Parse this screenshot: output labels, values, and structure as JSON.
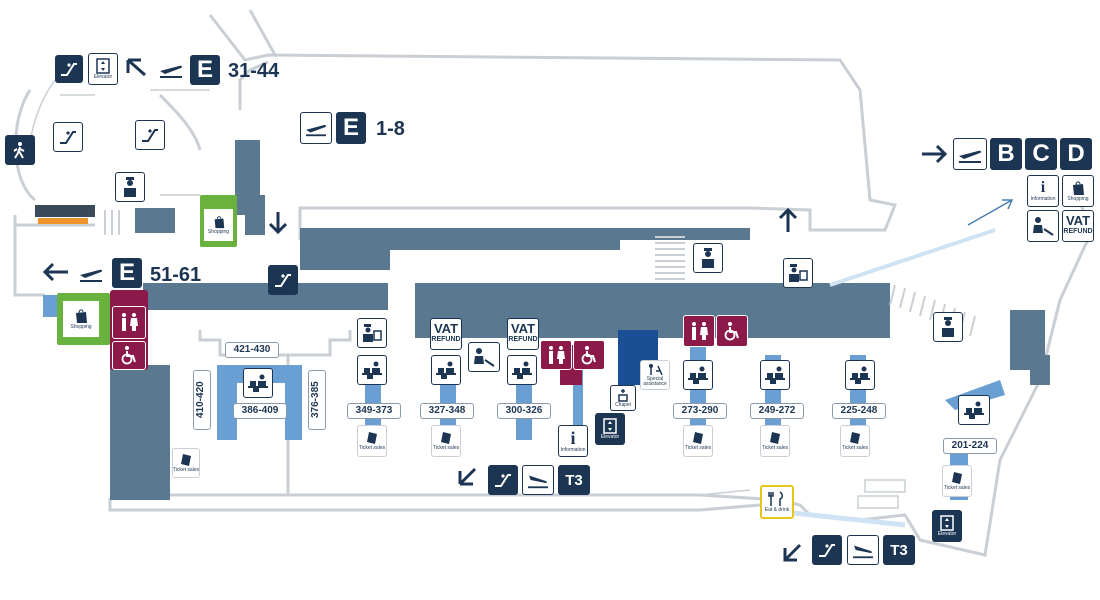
{
  "gates": {
    "e_31_44": "31-44",
    "e_1_8": "1-8",
    "e_51_61": "51-61",
    "letter_e": "E",
    "letter_b": "B",
    "letter_c": "C",
    "letter_d": "D"
  },
  "checkin_desks": [
    {
      "label": "421-430"
    },
    {
      "label": "410-420"
    },
    {
      "label": "386-409"
    },
    {
      "label": "376-385"
    },
    {
      "label": "349-373"
    },
    {
      "label": "327-348"
    },
    {
      "label": "300-326"
    },
    {
      "label": "273-290"
    },
    {
      "label": "249-272"
    },
    {
      "label": "225-248"
    },
    {
      "label": "201-224"
    }
  ],
  "captions": {
    "elevator": "Elevator",
    "shopping": "Shopping",
    "ticket_sales": "Ticket sales",
    "information": "Information",
    "chapel": "Chapel",
    "special_assistance": "Special assistance",
    "eat_drink": "Eat & drink"
  },
  "vat": {
    "top": "VAT",
    "bottom": "REFUND"
  },
  "terminal": "T3",
  "colors": {
    "navy": "#1c3553",
    "wall": "#5b7891",
    "checkin_blue": "#6a9fd4",
    "restroom_maroon": "#8b1a4a",
    "shopping_green": "#6ab23e",
    "outline_grey": "#c9cfd4"
  }
}
